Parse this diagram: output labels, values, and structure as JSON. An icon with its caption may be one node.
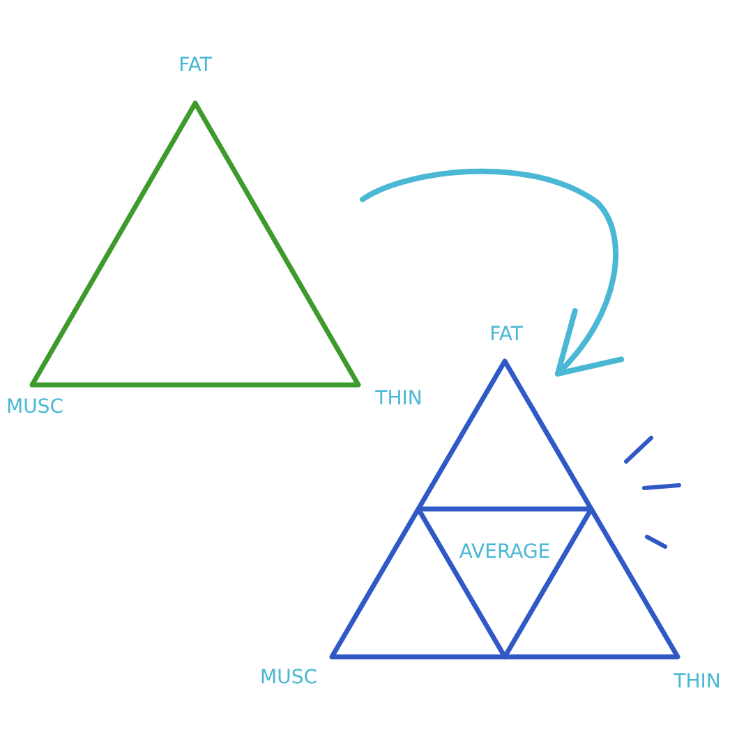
{
  "diagram": {
    "nodes": [
      {
        "text": [],
        "shape": "triangle",
        "beside": [
          "FAT",
          "MUSC",
          "THIN"
        ]
      },
      {
        "text": [],
        "shape": "triangle",
        "beside": [
          "FAT",
          "MUSC",
          "THIN"
        ]
      },
      {
        "text": [
          "AVERAGE"
        ],
        "in": 1
      }
    ],
    "edges": [
      {
        "from": 0,
        "to": 1,
        "arrow": "to"
      }
    ]
  }
}
